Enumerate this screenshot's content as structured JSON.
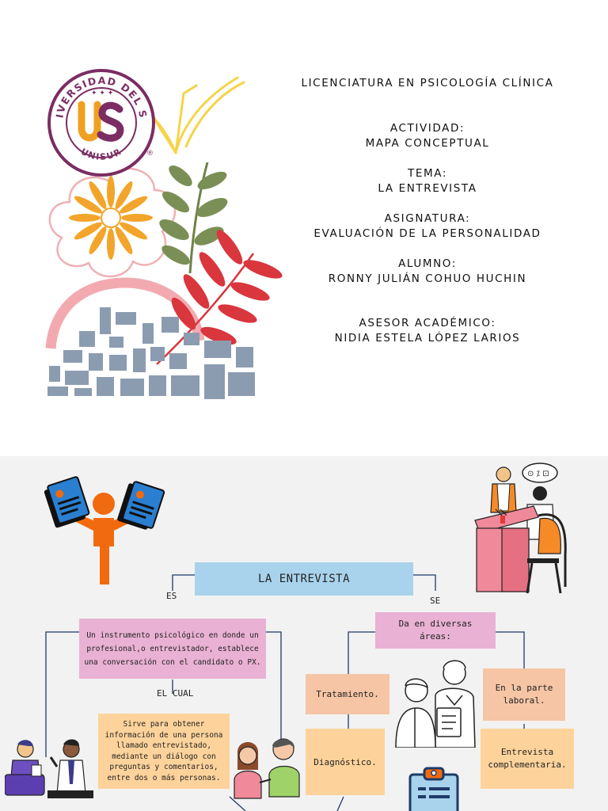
{
  "cover": {
    "logo": {
      "ring_text_top": "UNIVERSIDAD DEL SUR",
      "ring_text_bottom": "UNISUR",
      "registered_mark": "®"
    },
    "degree": "LICENCIATURA EN PSICOLOGÍA CLÍNICA",
    "activity": {
      "label": "ACTIVIDAD:",
      "value": "MAPA CONCEPTUAL"
    },
    "topic": {
      "label": "TEMA:",
      "value": "LA ENTREVISTA"
    },
    "subject": {
      "label": "ASIGNATURA:",
      "value": "EVALUACIÓN DE LA PERSONALIDAD"
    },
    "student": {
      "label": "ALUMNO:",
      "value": "RONNY JULIÁN COHUO HUCHIN"
    },
    "advisor": {
      "label": "ASESOR ACADÉMICO:",
      "value": "NIDIA ESTELA LÓPEZ LARIOS"
    }
  },
  "concept_map": {
    "root": "LA ENTREVISTA",
    "link_es": "ES",
    "link_se": "SE",
    "link_el_cual": "EL CUAL",
    "definition": "Un instrumento psicológico en donde un profesional,o entrevistador, establece una conversación con el candidato o PX.",
    "purpose": "Sirve para obtener información de una persona llamado entrevistado, mediante un diálogo con preguntas y comentarios, entre dos o más personas.",
    "areas_intro": "Da en diversas áreas:",
    "areas": {
      "treatment": "Tratamiento.",
      "diagnostic": "Diagnóstico.",
      "labor": "En la parte laboral.",
      "complementary": "Entrevista complementaria."
    },
    "whiteboard_symbols": "⊙ ⁒ ⊡"
  },
  "colors": {
    "root_box": "#a9d3ec",
    "pink_box": "#e9b1d3",
    "salmon_box": "#f6c5a5",
    "peach_box": "#fdd39b",
    "connector": "#1e3a66",
    "logo_purple": "#7b2d63",
    "logo_orange": "#f0a020"
  }
}
